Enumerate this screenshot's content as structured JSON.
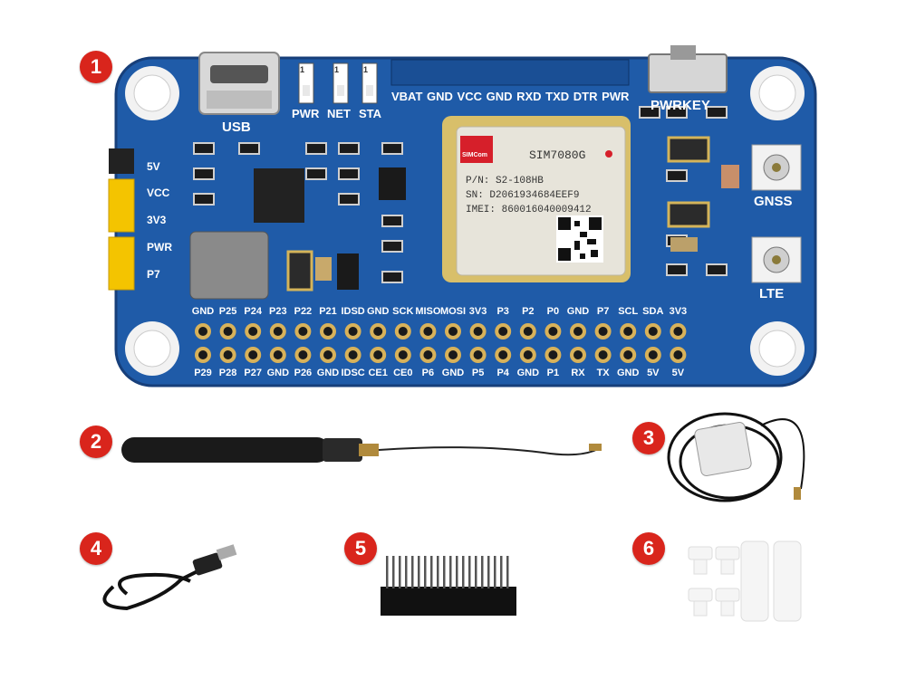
{
  "badges": [
    "1",
    "2",
    "3",
    "4",
    "5",
    "6"
  ],
  "board": {
    "usb_label": "USB",
    "leds": [
      "PWR",
      "NET",
      "STA"
    ],
    "led_digits": [
      "1",
      "1",
      "1"
    ],
    "header_labels": "VBAT GND VCC GND RXD TXD DTR PWR",
    "pwrkey_label": "PWRKEY",
    "gnss_label": "GNSS",
    "lte_label": "LTE",
    "jumper_labels": [
      "5V",
      "VCC",
      "3V3",
      "PWR",
      "P7"
    ],
    "module": {
      "brand": "SIMCom",
      "model": "SIM7080G",
      "pn": "P/N: S2-108HB",
      "sn": "SN: D2061934684EEF9",
      "imei": "IMEI: 860016040009412"
    },
    "top_pins": [
      "GND",
      "P25",
      "P24",
      "P23",
      "P22",
      "P21",
      "IDSD",
      "GND",
      "SCK",
      "MISO",
      "MOSI",
      "3V3",
      "P3",
      "P2",
      "P0",
      "GND",
      "P7",
      "SCL",
      "SDA",
      "3V3"
    ],
    "bottom_pins": [
      "P29",
      "P28",
      "P27",
      "GND",
      "P26",
      "GND",
      "IDSC",
      "CE1",
      "CE0",
      "P6",
      "GND",
      "P5",
      "P4",
      "GND",
      "P1",
      "RX",
      "TX",
      "GND",
      "5V",
      "5V"
    ]
  },
  "colors": {
    "board": "#1f5ba8",
    "badge": "#d9251c",
    "module": "#e7e4da"
  },
  "accessories": [
    "antenna",
    "gps-antenna",
    "usb-cable",
    "pin-header",
    "screws-and-standoffs"
  ]
}
